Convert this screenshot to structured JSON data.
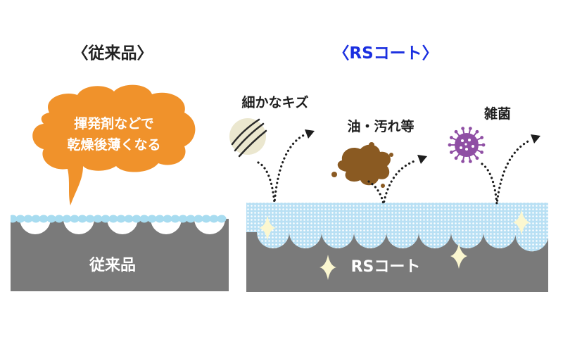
{
  "left": {
    "heading": "〈従来品〉",
    "bubble_lines": [
      "揮発剤などで",
      "乾燥後薄くなる"
    ],
    "base_label": "従来品"
  },
  "right": {
    "heading": "〈RSコート〉",
    "base_label": "RSコート",
    "labels": {
      "scratches": "細かなキズ",
      "oil": "油・汚れ等",
      "germs": "雑菌"
    }
  },
  "colors": {
    "heading_right": "#1a2fe0",
    "bubble": "#f0922b",
    "base": "#7a7a7a",
    "left_coat": "#a8dcf0",
    "right_coat": "#b4dcf2",
    "stain": "#8a5a22",
    "germ": "#8f4fa4",
    "sparkle": "#fbf7d0"
  },
  "icons": {
    "scratches": "scratch-marks-icon",
    "oil": "oil-stain-icon",
    "germs": "germ-icon",
    "sparkle": "sparkle-icon"
  }
}
